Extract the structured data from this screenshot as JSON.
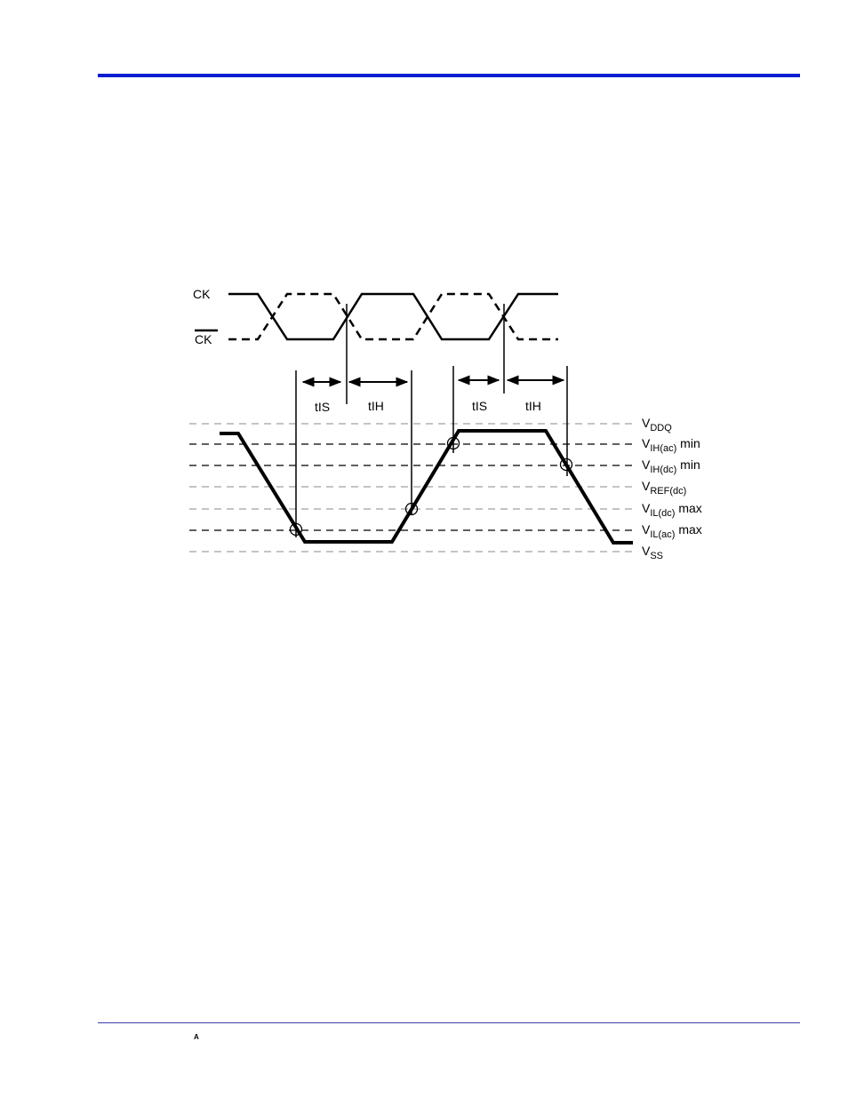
{
  "footer": {
    "mark": "A"
  },
  "diagram": {
    "signals": {
      "ck": "CK",
      "ck_bar": "CK"
    },
    "timing": {
      "tis_1": "tIS",
      "tih_1": "tIH",
      "tis_2": "tIS",
      "tih_2": "tIH"
    },
    "levels": [
      {
        "base": "V",
        "sub": "DDQ",
        "suffix": ""
      },
      {
        "base": "V",
        "sub": "IH(ac)",
        "suffix": " min"
      },
      {
        "base": "V",
        "sub": "IH(dc)",
        "suffix": " min"
      },
      {
        "base": "V",
        "sub": "REF(dc)",
        "suffix": ""
      },
      {
        "base": "V",
        "sub": "IL(dc)",
        "suffix": " max"
      },
      {
        "base": "V",
        "sub": "IL(ac)",
        "suffix": " max"
      },
      {
        "base": "V",
        "sub": "SS",
        "suffix": ""
      }
    ]
  }
}
